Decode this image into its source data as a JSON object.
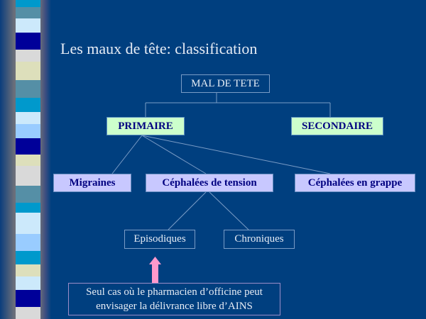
{
  "slide": {
    "title": "Les maux de tête: classification",
    "root": "MAL DE TETE",
    "level1": [
      "PRIMAIRE",
      "SECONDAIRE"
    ],
    "level2": [
      "Migraines",
      "Céphalées de tension",
      "Céphalées en grappe"
    ],
    "level3": [
      "Episodiques",
      "Chroniques"
    ],
    "note": "Seul cas où le pharmacien d’officine peut envisager la délivrance libre d’AINS",
    "arrow_color": "#ff99cc"
  }
}
